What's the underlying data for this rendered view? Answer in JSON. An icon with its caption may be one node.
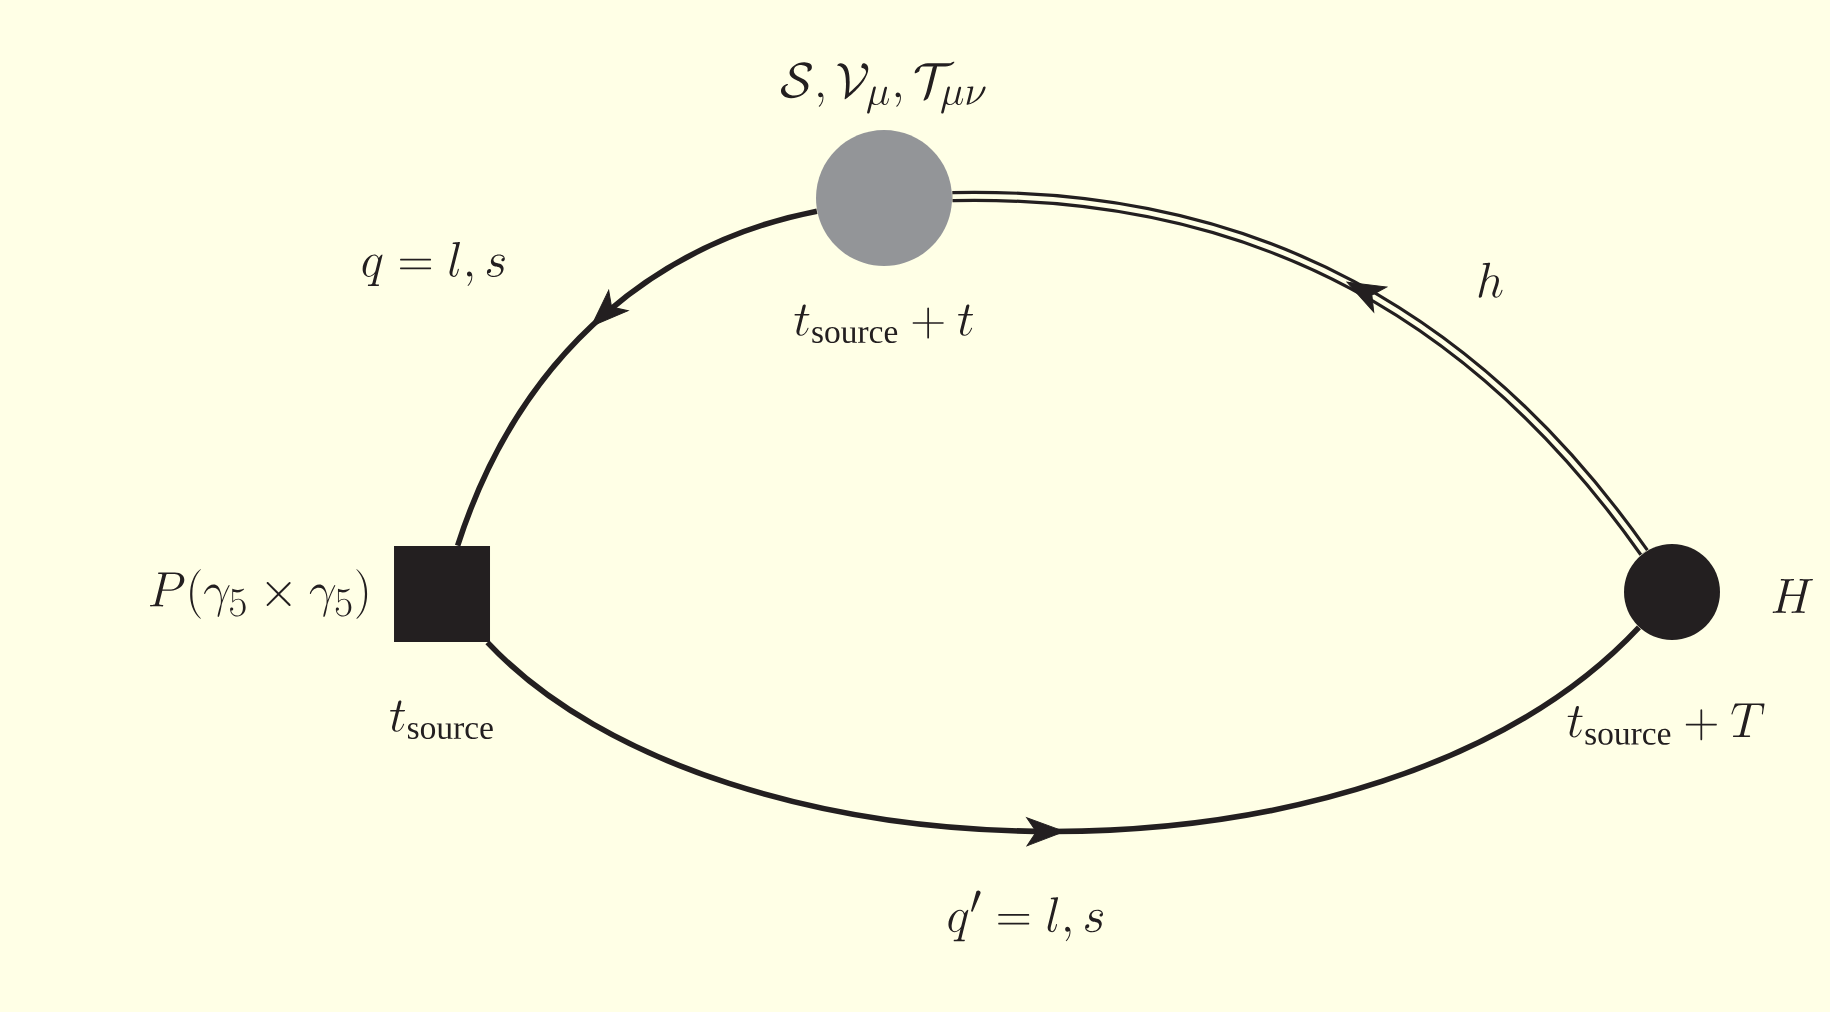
{
  "diagram": {
    "nodes": [
      {
        "text": [],
        "shape": "box",
        "beside": [
          "P(\\gamma_5 \\times \\gamma_5)",
          "t_{\\rm source}"
        ]
      },
      {
        "text": [],
        "shape": "circle",
        "beside": [
          "\\mathcal{S}, \\mathcal{V}_\\mu, \\mathcal{T}_{\\mu\\nu}",
          "t_{\\rm source} + t"
        ]
      },
      {
        "text": [],
        "shape": "circle",
        "beside": [
          "H",
          "t_{\\rm source} + T"
        ]
      }
    ],
    "edges": [
      {
        "from": 1,
        "to": 0,
        "arrow": "to",
        "label": "q = l, s"
      },
      {
        "from": 0,
        "to": 2,
        "arrow": "to",
        "label": "q' = l, s"
      },
      {
        "from": 2,
        "to": 1,
        "arrow": "to",
        "label": "h",
        "style": "thick"
      }
    ]
  }
}
